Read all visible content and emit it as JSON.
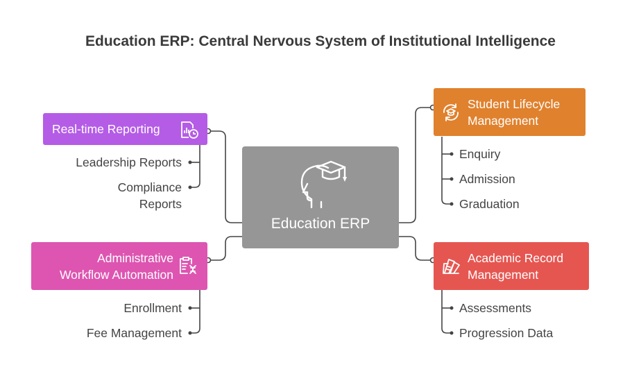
{
  "title": "Education ERP: Central Nervous System of Institutional Intelligence",
  "center": {
    "label": "Education ERP",
    "icon": "head-graduation-cap-icon"
  },
  "branches": {
    "reporting": {
      "label": "Real-time Reporting",
      "icon": "report-clock-icon",
      "color": "#b45ce6",
      "items": [
        "Leadership Reports",
        "Compliance\nReports"
      ]
    },
    "admin": {
      "label": "Administrative\nWorkflow Automation",
      "icon": "clipboard-dna-icon",
      "color": "#dd55b1",
      "items": [
        "Enrollment",
        "Fee Management"
      ]
    },
    "student": {
      "label": "Student Lifecycle\nManagement",
      "icon": "cycle-graduation-cap-icon",
      "color": "#e0812d",
      "items": [
        "Enquiry",
        "Admission",
        "Graduation"
      ]
    },
    "academic": {
      "label": "Academic Record\nManagement",
      "icon": "records-fan-icon",
      "color": "#e65651",
      "items": [
        "Assessments",
        "Progression Data"
      ]
    }
  }
}
